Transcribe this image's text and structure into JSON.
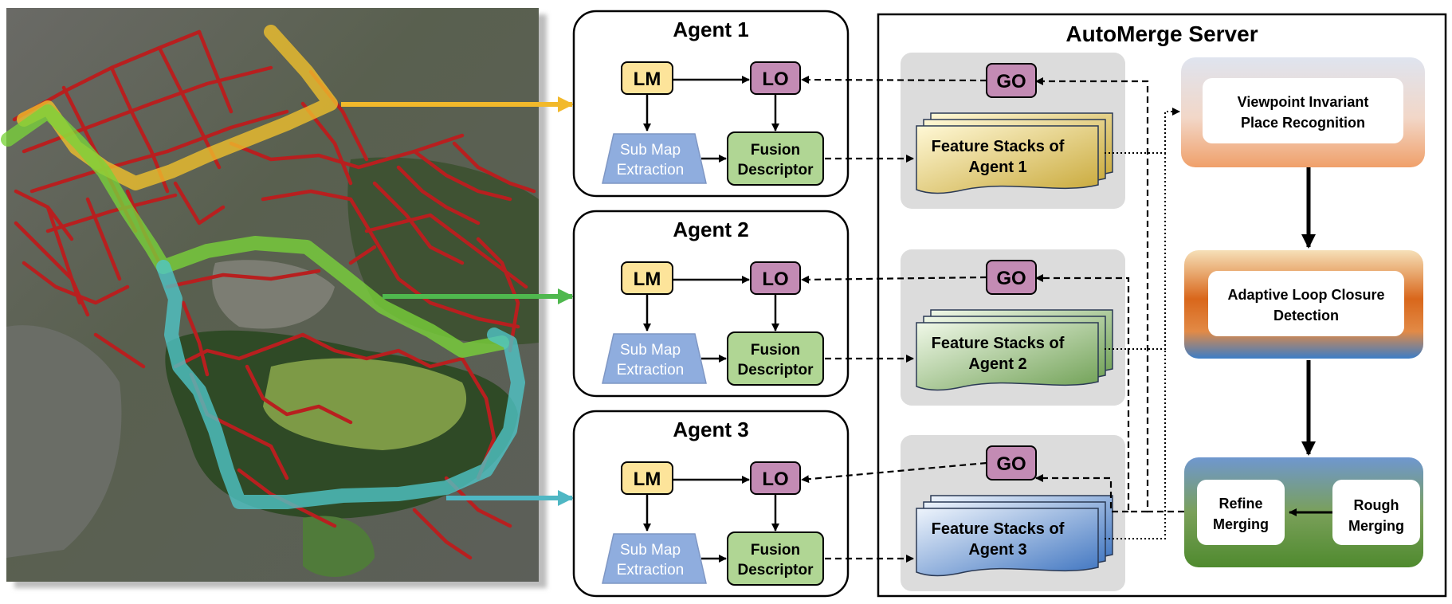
{
  "agents": [
    {
      "title": "Agent 1",
      "lm": "LM",
      "lo": "LO",
      "submap": [
        "Sub Map",
        "Extraction"
      ],
      "fusion": [
        "Fusion",
        "Descriptor"
      ]
    },
    {
      "title": "Agent 2",
      "lm": "LM",
      "lo": "LO",
      "submap": [
        "Sub Map",
        "Extraction"
      ],
      "fusion": [
        "Fusion",
        "Descriptor"
      ]
    },
    {
      "title": "Agent 3",
      "lm": "LM",
      "lo": "LO",
      "submap": [
        "Sub Map",
        "Extraction"
      ],
      "fusion": [
        "Fusion",
        "Descriptor"
      ]
    }
  ],
  "server": {
    "title": "AutoMerge Server",
    "go_label": "GO",
    "stacks": [
      {
        "lines": [
          "Feature Stacks of",
          "Agent 1"
        ],
        "color": "#c9a93a"
      },
      {
        "lines": [
          "Feature Stacks of",
          "Agent 2"
        ],
        "color": "#8fb86e"
      },
      {
        "lines": [
          "Feature Stacks of",
          "Agent 3"
        ],
        "color": "#5d8dc9"
      }
    ],
    "vipr": [
      "Viewpoint Invariant",
      "Place Recognition"
    ],
    "alcd": [
      "Adaptive Loop Closure",
      "Detection"
    ],
    "refine": [
      "Refine",
      "Merging"
    ],
    "rough": [
      "Rough",
      "Merging"
    ]
  },
  "colors": {
    "lm": "#fde49a",
    "lo": "#c38bb4",
    "submap": "#8fadde",
    "fusion": "#b0d694",
    "path_yellow": "#f2c22b",
    "path_green": "#7ad43a",
    "path_cyan": "#4fc7c9",
    "roads": "#b81f1f"
  }
}
